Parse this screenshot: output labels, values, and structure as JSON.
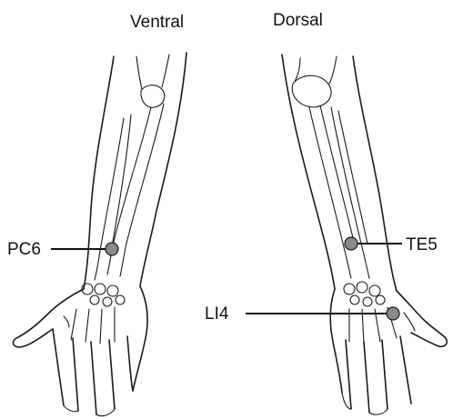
{
  "headings": {
    "ventral": "Ventral",
    "dorsal": "Dorsal"
  },
  "points": [
    {
      "id": "pc6",
      "label": "PC6",
      "view": "ventral"
    },
    {
      "id": "te5",
      "label": "TE5",
      "view": "dorsal"
    },
    {
      "id": "li4",
      "label": "LI4",
      "view": "dorsal"
    }
  ],
  "colors": {
    "point_fill": "#8a8a8a",
    "ink": "#1a1a1a",
    "background": "#ffffff"
  }
}
